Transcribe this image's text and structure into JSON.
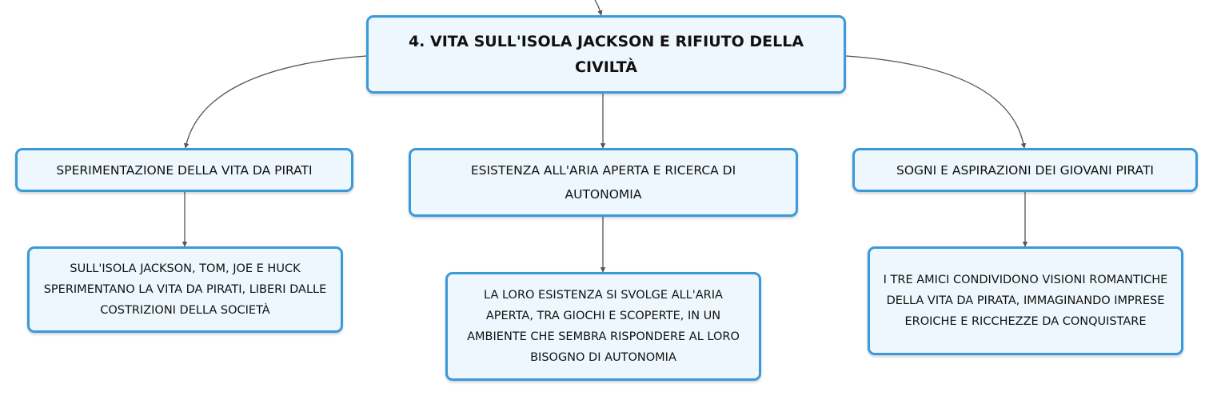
{
  "map": {
    "root": {
      "label": "4. VITA SULL'ISOLA JACKSON E RIFIUTO DELLA CIVILTÀ"
    },
    "branches": [
      {
        "label": "SPERIMENTAZIONE DELLA VITA DA PIRATI",
        "detail": "SULL'ISOLA JACKSON, TOM, JOE E HUCK SPERIMENTANO LA VITA DA PIRATI, LIBERI DALLE COSTRIZIONI DELLA SOCIETÀ"
      },
      {
        "label": "ESISTENZA ALL'ARIA APERTA E RICERCA DI AUTONOMIA",
        "detail": "LA LORO ESISTENZA SI SVOLGE ALL'ARIA APERTA, TRA GIOCHI E SCOPERTE, IN UN AMBIENTE CHE SEMBRA RISPONDERE AL LORO BISOGNO DI AUTONOMIA"
      },
      {
        "label": "SOGNI E ASPIRAZIONI DEI GIOVANI PIRATI",
        "detail": "I TRE AMICI CONDIVIDONO VISIONI ROMANTICHE DELLA VITA DA PIRATA, IMMAGINANDO IMPRESE EROICHE E RICCHEZZE DA CONQUISTARE"
      }
    ]
  },
  "colors": {
    "node_border": "#3a9ad9",
    "node_fill": "#eef7fd",
    "connector": "#555555"
  }
}
